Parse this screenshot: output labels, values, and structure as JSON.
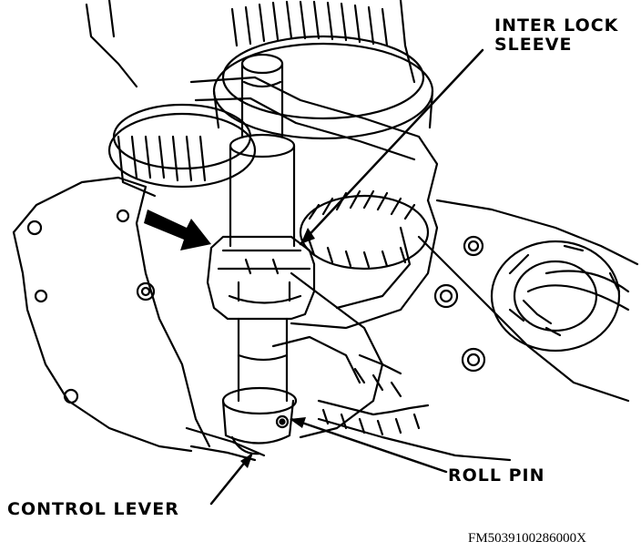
{
  "labels": {
    "inter_lock_line1": "INTER LOCK",
    "inter_lock_line2": "SLEEVE",
    "roll_pin": "ROLL PIN",
    "control_lever": "CONTROL LEVER"
  },
  "figure_code": "FM5039100286000X",
  "colors": {
    "ink": "#000000",
    "paper": "#ffffff"
  }
}
